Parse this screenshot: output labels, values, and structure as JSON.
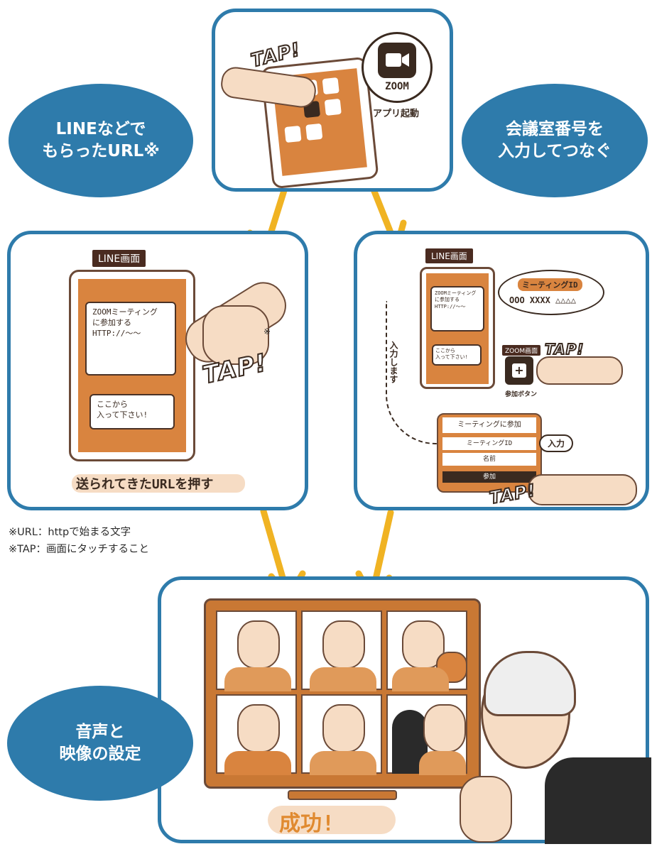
{
  "top_panel": {
    "app_label": "ZOOM",
    "caption": "アプリ起動",
    "tap": "TAP!"
  },
  "bubbles": {
    "left": [
      "LINEなどで",
      "もらったURL※"
    ],
    "right": [
      "会議室番号を",
      "入力してつなぐ"
    ],
    "bottom": [
      "音声と",
      "映像の設定"
    ]
  },
  "left_panel": {
    "screen_tag": "LINE画面",
    "message1": "ZOOMミーティング\nに参加する\nHTTP://～～",
    "message2": "ここから\n入って下さい!",
    "tap": "TAP!",
    "asterisk": "※",
    "caption": "送られてきたURLを押す"
  },
  "right_panel": {
    "screen_tag": "LINE画面",
    "message1": "ZOOMミーティング\nに参加する\nHTTP://～～",
    "message2": "ここから\n入って下さい!",
    "meeting_id_label": "ミーティングID",
    "meeting_id_value": "OOO XXXX △△△△",
    "zoom_screen_tag": "ZOOM画面",
    "join_button_caption": "参加ボタン",
    "tap1": "TAP!",
    "side_text": "入力します",
    "dialog_title": "ミーティングに参加",
    "dialog_field1": "ミーティングID",
    "dialog_field2": "名前",
    "dialog_join": "参加",
    "input_bubble": "入力",
    "tap2": "TAP!"
  },
  "notes": [
    "※URL：httpで始まる文字",
    "※TAP：画面にタッチすること"
  ],
  "bottom_panel": {
    "success": "成功!"
  },
  "colors": {
    "blue": "#2e7bab",
    "orange": "#d9843f",
    "arrow": "#f0b323",
    "brown": "#6b4a38"
  }
}
